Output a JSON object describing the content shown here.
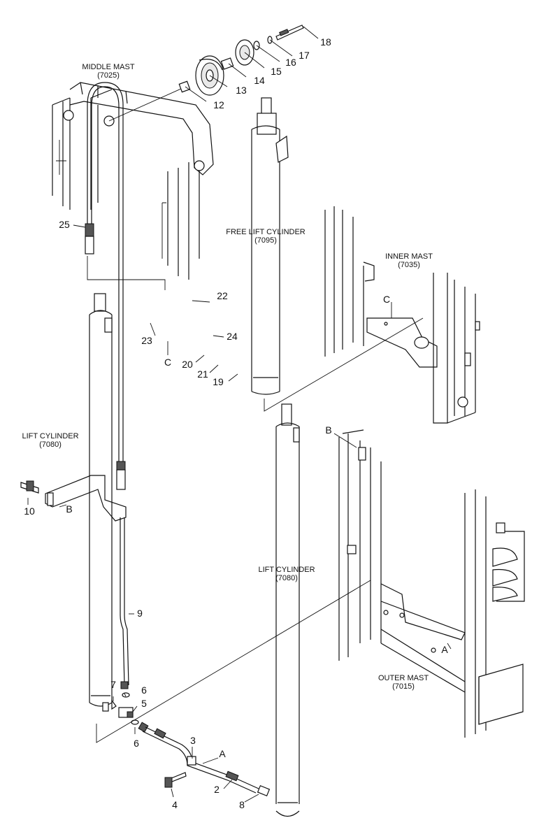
{
  "assembly_labels": {
    "middle_mast": "MIDDLE MAST",
    "middle_mast_code": "(7025)",
    "free_lift_cylinder": "FREE LIFT CYLINDER",
    "free_lift_cylinder_code": "(7095)",
    "inner_mast": "INNER MAST",
    "inner_mast_code": "(7035)",
    "lift_cylinder_left": "LIFT CYLINDER",
    "lift_cylinder_left_code": "(7080)",
    "lift_cylinder_right": "LIFT CYLINDER",
    "lift_cylinder_right_code": "(7080)",
    "outer_mast": "OUTER MAST",
    "outer_mast_code": "(7015)"
  },
  "callouts": {
    "c18": "18",
    "c17": "17",
    "c16": "16",
    "c15": "15",
    "c14": "14",
    "c13": "13",
    "c12": "12",
    "c25": "25",
    "c22": "22",
    "c23": "23",
    "c24": "24",
    "c20": "20",
    "c21": "21",
    "c19": "19",
    "c10": "10",
    "c9": "9",
    "c7": "7",
    "c6a": "6",
    "c5": "5",
    "c6b": "6",
    "c3": "3",
    "c4": "4",
    "c2": "2",
    "c8": "8"
  },
  "reference_letters": {
    "c_upper": "C",
    "c_lower": "C",
    "b_left": "B",
    "b_right": "B",
    "a_hose": "A",
    "a_mast": "A"
  }
}
